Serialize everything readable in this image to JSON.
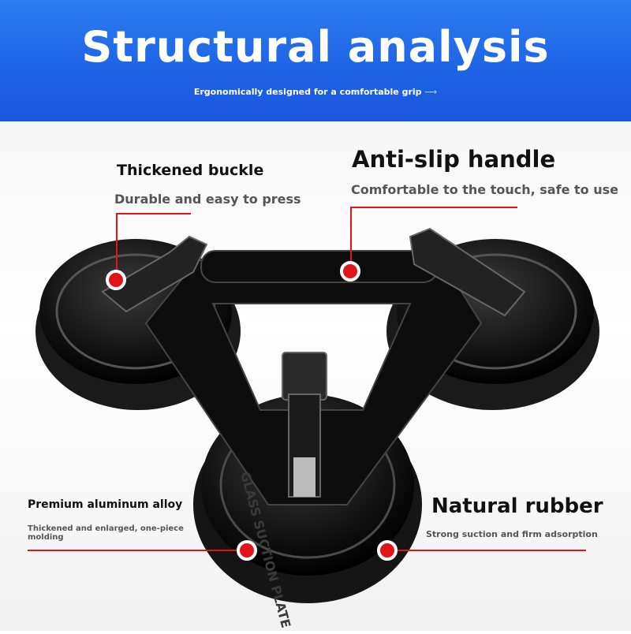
{
  "header": {
    "title": "Structural analysis",
    "subtitle": "Ergonomically designed for a comfortable grip"
  },
  "callouts": [
    {
      "title": "Thickened buckle",
      "description": "Durable and easy to press"
    },
    {
      "title": "Anti-slip handle",
      "description": "Comfortable to the touch, safe to use"
    },
    {
      "title": "Premium aluminum alloy",
      "description": "Thickened and enlarged, one-piece molding"
    },
    {
      "title": "Natural rubber",
      "description": "Strong suction and firm adsorption"
    }
  ],
  "product": {
    "embossed_text": "GLASS SUCTION PLATE"
  },
  "colors": {
    "header_blue": "#1e63e6",
    "accent_red": "#e0141b"
  }
}
